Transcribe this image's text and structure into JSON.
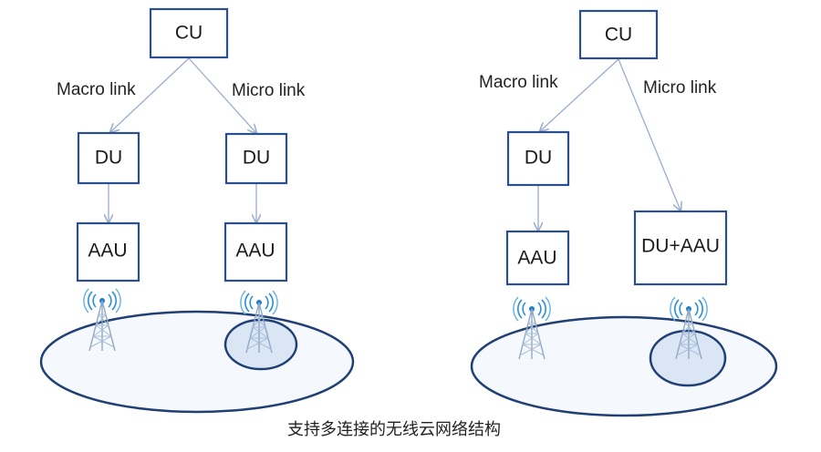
{
  "caption": "支持多连接的无线云网络结构",
  "diagrams": [
    {
      "name": "left",
      "cu_label": "CU",
      "macro_link_label": "Macro link",
      "micro_link_label": "Micro link",
      "macro_du_label": "DU",
      "macro_aau_label": "AAU",
      "micro_du_label": "DU",
      "micro_aau_label": "AAU"
    },
    {
      "name": "right",
      "cu_label": "CU",
      "macro_link_label": "Macro link",
      "micro_link_label": "Micro link",
      "macro_du_label": "DU",
      "macro_aau_label": "AAU",
      "micro_combined_label": "DU+AAU"
    }
  ],
  "icons": {
    "antenna": "radio-tower-icon"
  },
  "colors": {
    "box_border": "#2a4f8f",
    "link": "#9aaccc",
    "cell_border": "#1f3f75",
    "outer_cell_fill": "#f5f8fc",
    "inner_cell_fill": "#dbe6f4",
    "antenna": "#2b8fd6"
  }
}
